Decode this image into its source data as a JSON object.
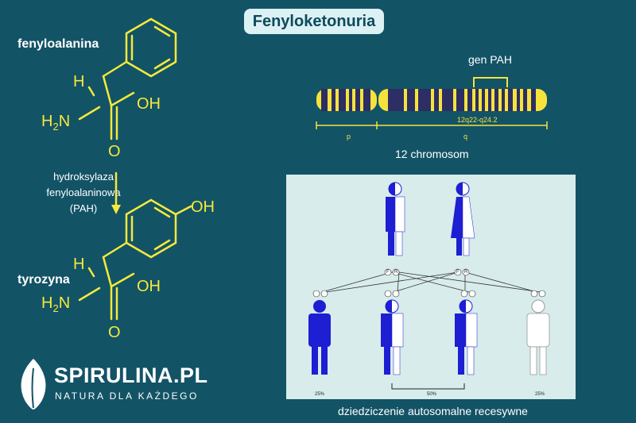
{
  "title": "Fenyloketonuria",
  "left": {
    "phenylalanine_label": "fenyloalanina",
    "enzyme_line1": "hydroksylaza",
    "enzyme_line2": "fenyloalaninowa",
    "enzyme_line3": "(PAH)",
    "tyrosine_label": "tyrozyna",
    "atom_H": "H",
    "atom_N": "N",
    "atom_H2": "H",
    "subscript_2": "2",
    "group_OH": "OH",
    "atom_O": "O"
  },
  "chromosome": {
    "gene_label": "gen PAH",
    "band_label": "12q22-q24.2",
    "arm_p": "p",
    "arm_q": "q",
    "caption": "12 chromosom"
  },
  "inheritance": {
    "allele_F": "F",
    "allele_R": "R",
    "pct_left": "25%",
    "pct_middle": "50%",
    "pct_right": "25%",
    "caption": "dziedziczenie autosomalne recesywne"
  },
  "brand": {
    "name": "SPIRULINA.PL",
    "tagline": "NATURA DLA KAŻDEGO"
  },
  "colors": {
    "background": "#135366",
    "chem_yellow": "#f5e93b",
    "person_blue": "#1e1ed2",
    "chromosome_yellow": "#f5e33c",
    "chromosome_dark": "#2c2e64"
  }
}
